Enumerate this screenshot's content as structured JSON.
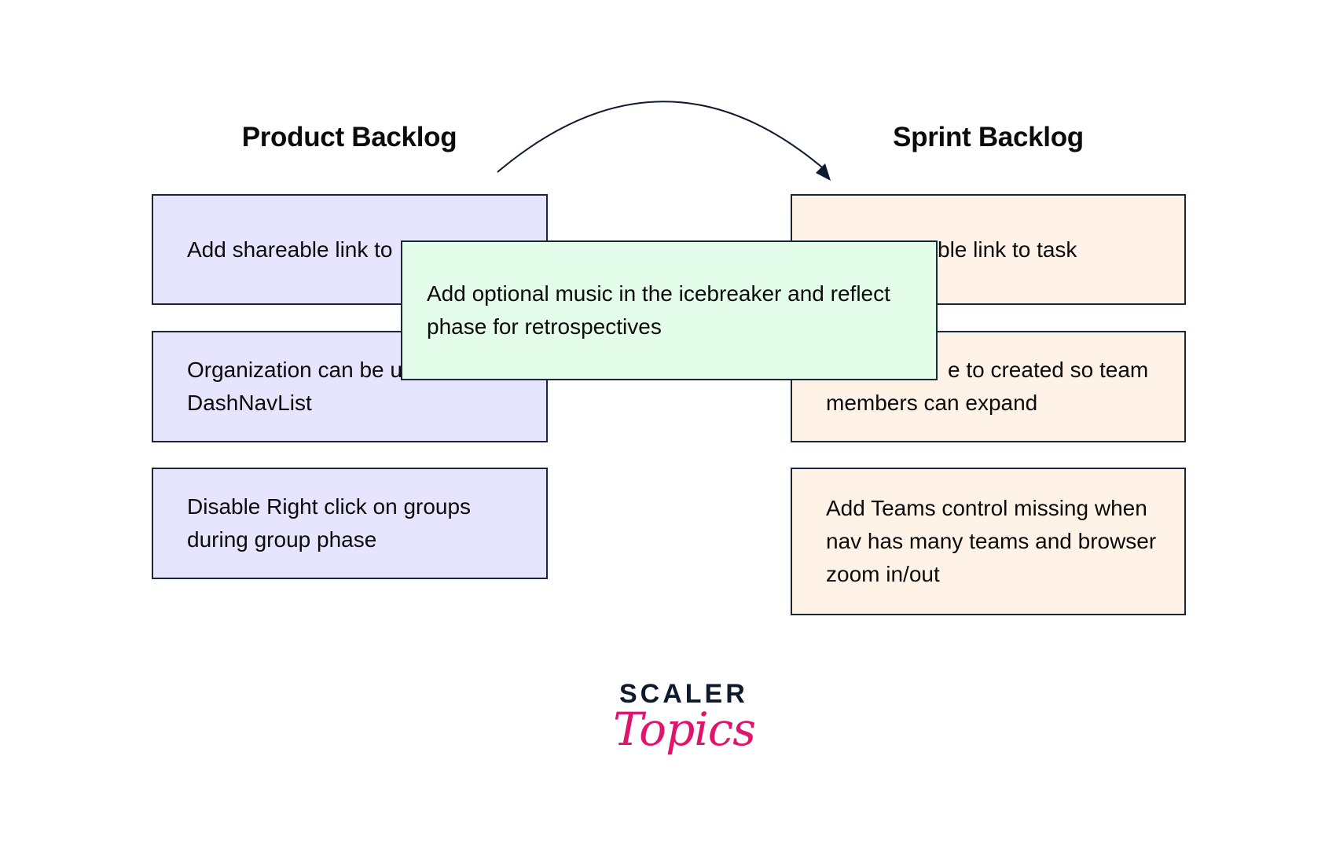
{
  "diagram": {
    "left_column": {
      "title": "Product Backlog",
      "items": [
        "Add shareable link to task",
        "Organization can be used in DashNavList",
        "Disable Right click on groups during group phase"
      ],
      "visible_text": [
        "Add shareable link to",
        "Organization can be u",
        "DashNavList",
        "Disable Right click on groups during group phase"
      ],
      "fill_color": "#e6e5fd"
    },
    "right_column": {
      "title": "Sprint Backlog",
      "items": [
        "Add shareable link to task",
        "Expand like to created so team members can expand",
        "Add Teams control missing when nav has many teams and browser zoom in/out"
      ],
      "visible_text": [
        "ble link to task",
        "e to created so team",
        "members can expand",
        "Add Teams control missing when nav has many teams and browser zoom in/out"
      ],
      "fill_color": "#fef3e6"
    },
    "moving_item": {
      "text": "Add optional music in the icebreaker and reflect phase for retrospectives",
      "fill_color": "#e4fdea"
    },
    "arrow": {
      "direction": "left-to-right",
      "color": "#0e1a2e"
    },
    "border_color": "#1b2638"
  },
  "logo": {
    "brand": "SCALER",
    "script": "Topics",
    "brand_color": "#0e1a2e",
    "script_color": "#e0136d"
  }
}
